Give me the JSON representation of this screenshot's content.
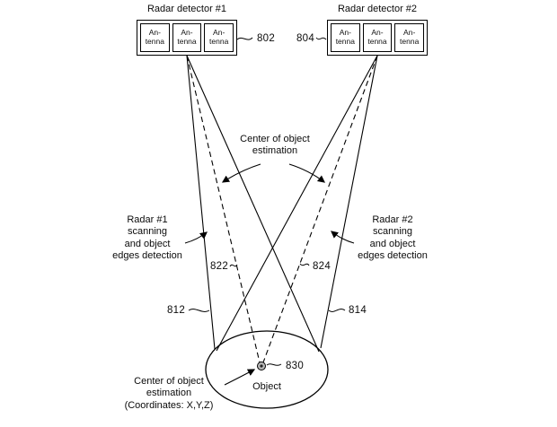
{
  "figure": {
    "detectors": [
      {
        "title": "Radar detector #1",
        "antennas": [
          "An-\ntenna",
          "An-\ntenna",
          "An-\ntenna"
        ]
      },
      {
        "title": "Radar detector #2",
        "antennas": [
          "An-\ntenna",
          "An-\ntenna",
          "An-\ntenna"
        ]
      }
    ],
    "annotations": {
      "center_estimation_top": "Center of object\nestimation",
      "radar1_scanning": "Radar #1\nscanning\nand object\nedges detection",
      "radar2_scanning": "Radar #2\nscanning\nand object\nedges detection",
      "center_estimation_bottom": "Center of object\nestimation\n(Coordinates: X,Y,Z)",
      "object_label": "Object"
    },
    "references": {
      "radar1_box": "802",
      "radar2_box": "804",
      "radar1_edge_line": "812",
      "radar2_edge_line": "814",
      "radar1_center_line": "822",
      "radar2_center_line": "824",
      "object_center_point": "830"
    },
    "colors": {
      "line": "#000000",
      "background": "#ffffff",
      "center_point_fill": "#b8b8b8"
    }
  }
}
